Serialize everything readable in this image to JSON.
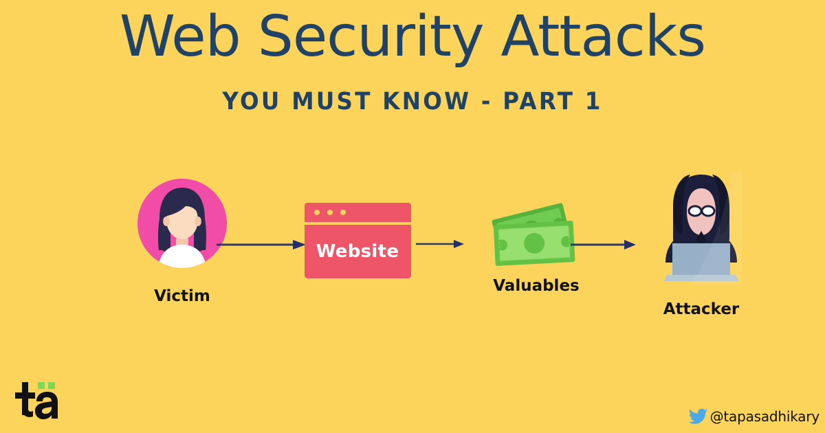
{
  "poster": {
    "background_color": "#FCD45C",
    "title": "Web Security Attacks",
    "title_color": "#1F4266",
    "subtitle": "YOU MUST KNOW - PART 1",
    "subtitle_color": "#1F4266"
  },
  "flow": {
    "nodes": [
      {
        "id": "victim",
        "label": "Victim",
        "icon": "female-avatar-icon",
        "accent_color": "#F04CA8"
      },
      {
        "id": "website",
        "label": "Website",
        "inner_text": "Website",
        "icon": "browser-window-icon",
        "accent_color": "#EF5569",
        "dots": 3,
        "dot_color": "#FCD45C",
        "text_color": "#FFFFFF"
      },
      {
        "id": "valuables",
        "label": "Valuables",
        "icon": "money-bills-icon",
        "accent_color": "#6FCC50"
      },
      {
        "id": "attacker",
        "label": "Attacker",
        "icon": "hooded-hacker-icon",
        "accent_color": "#1C1F3B"
      }
    ],
    "arrows": [
      {
        "id": "arrow-victim-to-website",
        "from": "victim",
        "to": "website",
        "color": "#2A3A66"
      },
      {
        "id": "arrow-website-to-valuables",
        "from": "website",
        "to": "valuables",
        "color": "#2A3A66"
      },
      {
        "id": "arrow-valuables-to-attacker",
        "from": "valuables",
        "to": "attacker",
        "color": "#2A3A66"
      }
    ],
    "label_color": "#121212"
  },
  "branding": {
    "logo_text": "ta",
    "logo_color": "#111111",
    "logo_accent_color": "#7ED957",
    "twitter_handle": "@tapasadhikary",
    "twitter_icon_color": "#4BA9EB",
    "handle_color": "#111111"
  }
}
